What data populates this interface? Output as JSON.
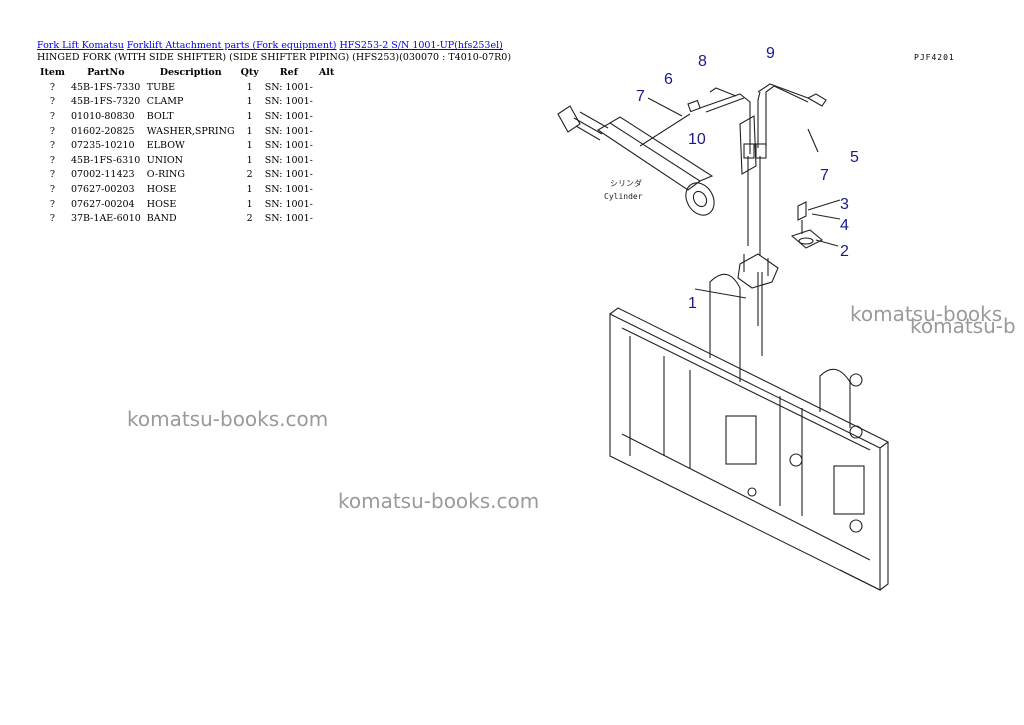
{
  "breadcrumb": {
    "links": [
      "Fork Lift Komatsu",
      "Forklift Attachment parts (Fork equipment)",
      "HFS253-2 S/N 1001-UP(hfs253el)"
    ]
  },
  "subtitle": "HINGED FORK (WITH SIDE SHIFTER) (SIDE SHIFTER PIPING) (HFS253)(030070 : T4010-07R0)",
  "table": {
    "headers": [
      "Item",
      "PartNo",
      "Description",
      "Qty",
      "Ref",
      "Alt"
    ],
    "rows": [
      {
        "item": "?",
        "partno": "45B-1FS-7330",
        "desc": "TUBE",
        "qty": "1",
        "ref": "SN: 1001-",
        "alt": ""
      },
      {
        "item": "?",
        "partno": "45B-1FS-7320",
        "desc": "CLAMP",
        "qty": "1",
        "ref": "SN: 1001-",
        "alt": ""
      },
      {
        "item": "?",
        "partno": "01010-80830",
        "desc": "BOLT",
        "qty": "1",
        "ref": "SN: 1001-",
        "alt": ""
      },
      {
        "item": "?",
        "partno": "01602-20825",
        "desc": "WASHER,SPRING",
        "qty": "1",
        "ref": "SN: 1001-",
        "alt": ""
      },
      {
        "item": "?",
        "partno": "07235-10210",
        "desc": "ELBOW",
        "qty": "1",
        "ref": "SN: 1001-",
        "alt": ""
      },
      {
        "item": "?",
        "partno": "45B-1FS-6310",
        "desc": "UNION",
        "qty": "1",
        "ref": "SN: 1001-",
        "alt": ""
      },
      {
        "item": "?",
        "partno": "07002-11423",
        "desc": "O-RING",
        "qty": "2",
        "ref": "SN: 1001-",
        "alt": ""
      },
      {
        "item": "?",
        "partno": "07627-00203",
        "desc": "HOSE",
        "qty": "1",
        "ref": "SN: 1001-",
        "alt": ""
      },
      {
        "item": "?",
        "partno": "07627-00204",
        "desc": "HOSE",
        "qty": "1",
        "ref": "SN: 1001-",
        "alt": ""
      },
      {
        "item": "?",
        "partno": "37B-1AE-6010",
        "desc": "BAND",
        "qty": "2",
        "ref": "SN: 1001-",
        "alt": ""
      }
    ]
  },
  "watermarks": [
    "komatsu-books.com",
    "komatsu-books.com",
    "komatsu-books",
    "komatsu-b"
  ],
  "diagram": {
    "code": "PJF4201",
    "cylinder_label_jp": "シリンダ",
    "cylinder_label": "Cylinder",
    "callouts": [
      "1",
      "2",
      "3",
      "4",
      "5",
      "6",
      "7",
      "7",
      "8",
      "9",
      "10"
    ]
  }
}
